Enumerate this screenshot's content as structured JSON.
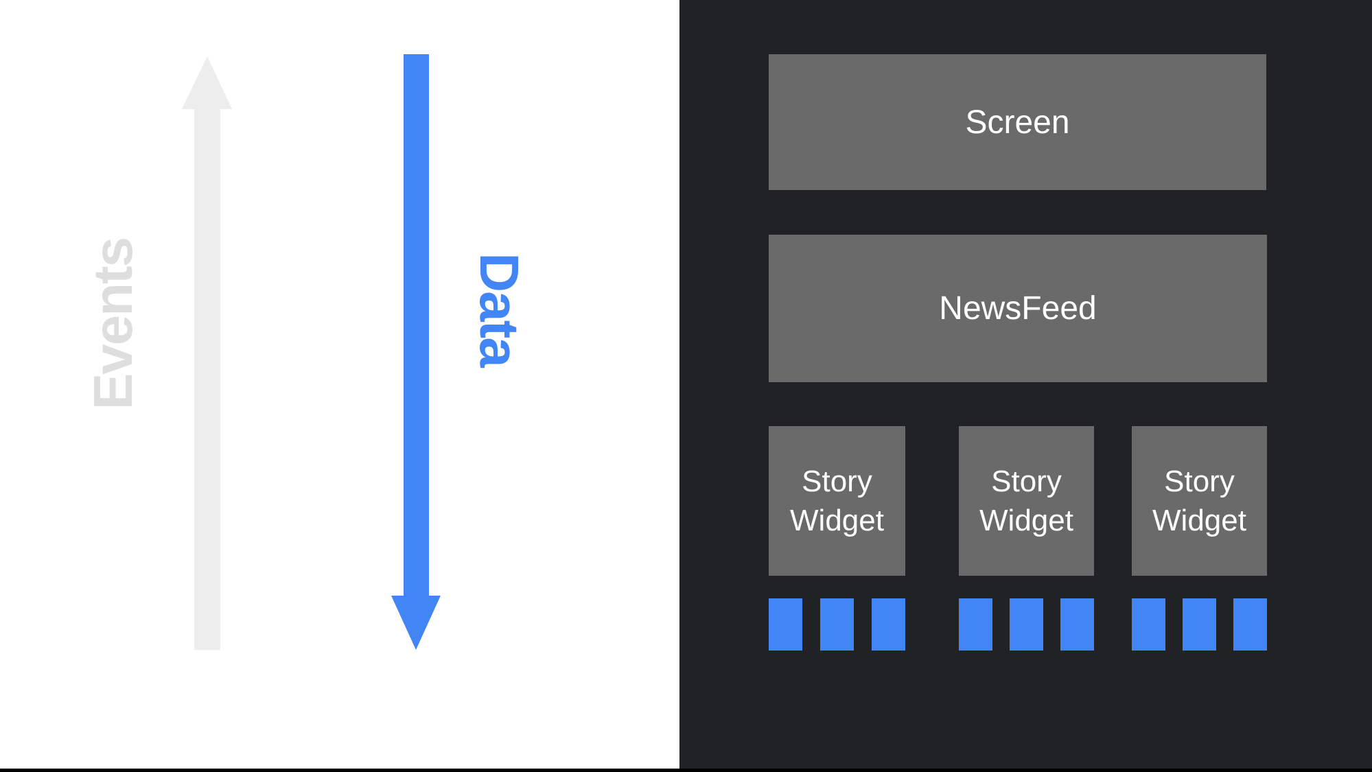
{
  "colors": {
    "left_bg": "#ffffff",
    "panel_bg": "#202226",
    "box_gray": "#6a6a6a",
    "accent_blue": "#4285f4",
    "events_gray": "#dedede",
    "arrow_gray": "#ededed",
    "box_text": "#ffffff",
    "footer_black": "#000000"
  },
  "left_diagram": {
    "events_label": "Events",
    "data_label": "Data",
    "events_arrow_direction": "up",
    "data_arrow_direction": "down"
  },
  "right_diagram": {
    "screen": {
      "label": "Screen"
    },
    "newsfeed": {
      "label": "NewsFeed"
    },
    "story_widgets": [
      {
        "label": "Story Widget",
        "dots": 3
      },
      {
        "label": "Story Widget",
        "dots": 3
      },
      {
        "label": "Story Widget",
        "dots": 3
      }
    ]
  }
}
